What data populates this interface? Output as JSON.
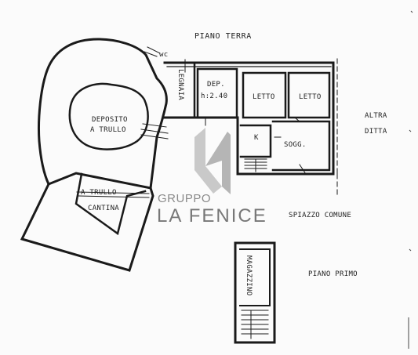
{
  "plan": {
    "ground_floor_title": "PIANO TERRA",
    "first_floor_title": "PIANO PRIMO",
    "common_area_label": "SPIAZZO COMUNE",
    "neighbor_label_line1": "ALTRA",
    "neighbor_label_line2": "DITTA",
    "rooms": {
      "wc": "wc",
      "legnaia": "LEGNAIA",
      "dep": "DEP.",
      "dep_height": "h:2.40",
      "letto_1": "LETTO",
      "letto_2": "LETTO",
      "kitchen": "K",
      "soggiorno": "SOGG.",
      "deposito_line1": "DEPOSITO",
      "deposito_line2": "A TRULLO",
      "trullo_label": "A TRULLO",
      "cantina": "CANTINA",
      "magazzino": "MAGAZZINO"
    }
  },
  "watermark": {
    "top_text": "GRUPPO",
    "main_text": "LA FENICE",
    "color": "#8a8a8a"
  }
}
